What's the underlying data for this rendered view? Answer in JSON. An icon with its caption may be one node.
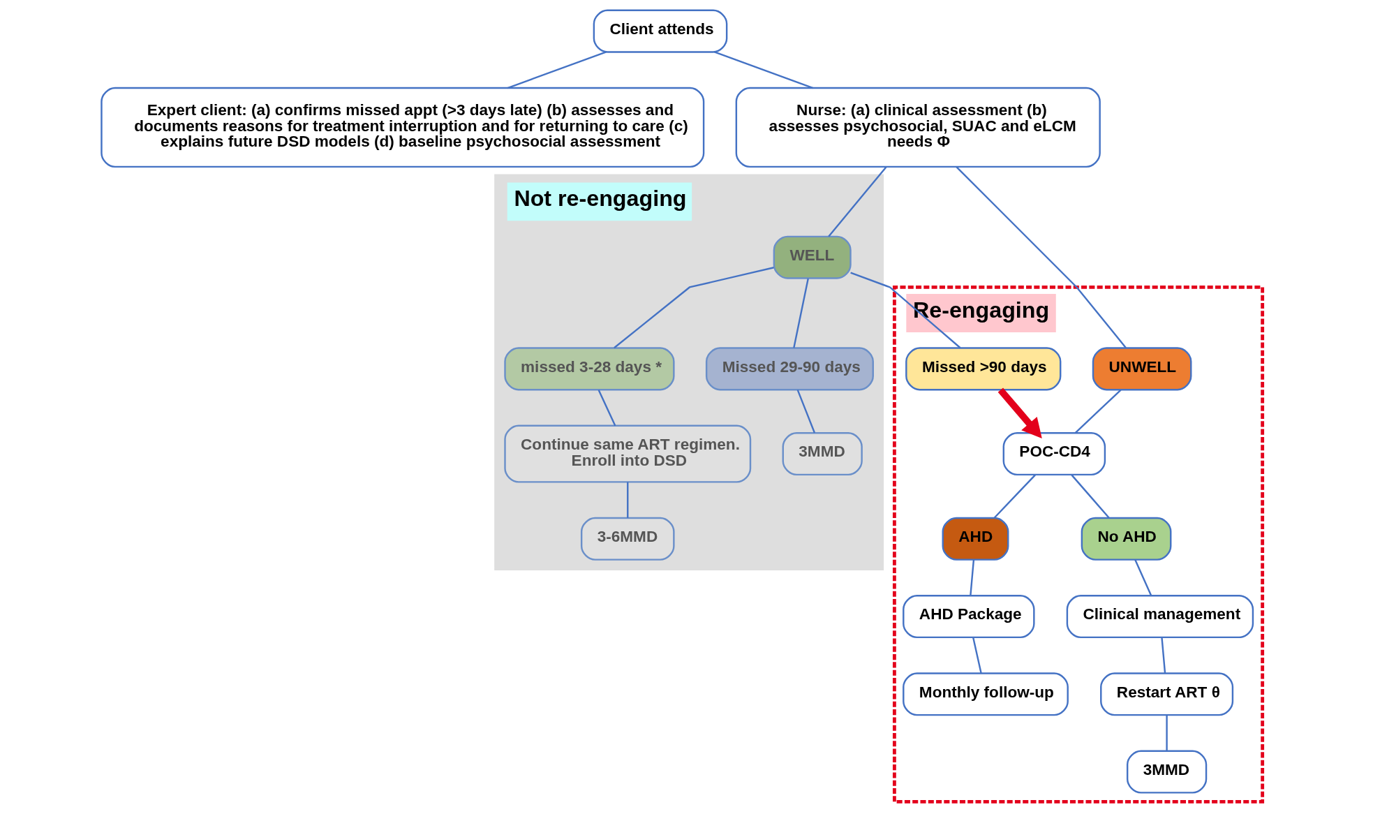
{
  "diagram": {
    "nodes": [
      {
        "text": [
          "Client attends"
        ]
      },
      {
        "text": [
          "Expert client: (a) confirms missed appt (>3 days late) (b) assesses and documents reasons for treatment interruption and for returning to care (c) explains future DSD models (d) baseline psychosocial assessment"
        ]
      },
      {
        "text": [
          "Nurse: (a) clinical assessment (b) assesses psychosocial, SUAC and eLCM needs Φ"
        ]
      },
      {
        "text": [
          "Not re-engaging"
        ]
      },
      {
        "text": [
          "WELL"
        ],
        "in": 3
      },
      {
        "text": [
          "missed 3-28 days *"
        ],
        "in": 3
      },
      {
        "text": [
          "Missed 29-90 days"
        ],
        "in": 3
      },
      {
        "text": [
          "Continue same ART regimen.",
          "Enroll into DSD"
        ],
        "in": 3
      },
      {
        "text": [
          "3MMD"
        ],
        "in": 3
      },
      {
        "text": [
          "3-6MMD"
        ],
        "in": 3
      },
      {
        "text": [
          "Re-engaging"
        ]
      },
      {
        "text": [
          "Missed >90 days"
        ],
        "in": 10
      },
      {
        "text": [
          "UNWELL"
        ],
        "in": 10
      },
      {
        "text": [
          "POC-CD4"
        ],
        "in": 10
      },
      {
        "text": [
          "AHD"
        ],
        "in": 10
      },
      {
        "text": [
          "No AHD"
        ],
        "in": 10
      },
      {
        "text": [
          "AHD Package"
        ],
        "in": 10
      },
      {
        "text": [
          "Clinical management"
        ],
        "in": 10
      },
      {
        "text": [
          "Monthly follow-up"
        ],
        "in": 10
      },
      {
        "text": [
          "Restart ART θ"
        ],
        "in": 10
      },
      {
        "text": [
          "3MMD"
        ],
        "in": 10
      }
    ],
    "edges": [
      {
        "from": 0,
        "to": 1,
        "arrow": "none"
      },
      {
        "from": 0,
        "to": 2,
        "arrow": "none"
      },
      {
        "from": 2,
        "to": 4,
        "arrow": "none"
      },
      {
        "from": 2,
        "to": 12,
        "arrow": "none"
      },
      {
        "from": 4,
        "to": 5,
        "arrow": "none"
      },
      {
        "from": 4,
        "to": 6,
        "arrow": "none"
      },
      {
        "from": 4,
        "to": 11,
        "arrow": "none"
      },
      {
        "from": 5,
        "to": 7,
        "arrow": "none"
      },
      {
        "from": 6,
        "to": 8,
        "arrow": "none"
      },
      {
        "from": 7,
        "to": 9,
        "arrow": "none"
      },
      {
        "from": 11,
        "to": 13,
        "arrow": "to",
        "style": "thick",
        "color": "#e3001b"
      },
      {
        "from": 12,
        "to": 13,
        "arrow": "none"
      },
      {
        "from": 13,
        "to": 14,
        "arrow": "none"
      },
      {
        "from": 13,
        "to": 15,
        "arrow": "none"
      },
      {
        "from": 14,
        "to": 16,
        "arrow": "none"
      },
      {
        "from": 15,
        "to": 17,
        "arrow": "none"
      },
      {
        "from": 16,
        "to": 18,
        "arrow": "none"
      },
      {
        "from": 17,
        "to": 19,
        "arrow": "none"
      },
      {
        "from": 19,
        "to": 20,
        "arrow": "none"
      }
    ]
  }
}
